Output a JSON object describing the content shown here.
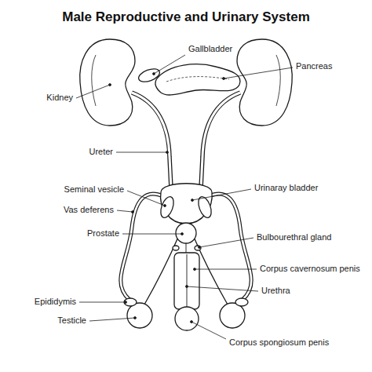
{
  "diagram": {
    "title": "Male Reproductive and Urinary System",
    "labels": [
      "Gallbladder",
      "Pancreas",
      "Kidney",
      "Ureter",
      "Seminal vesicle",
      "Urinaray bladder",
      "Vas deferens",
      "Prostate",
      "Bulbourethral gland",
      "Corpus cavernosum penis",
      "Urethra",
      "Epididymis",
      "Testicle",
      "Corpus spongiosum penis"
    ]
  }
}
